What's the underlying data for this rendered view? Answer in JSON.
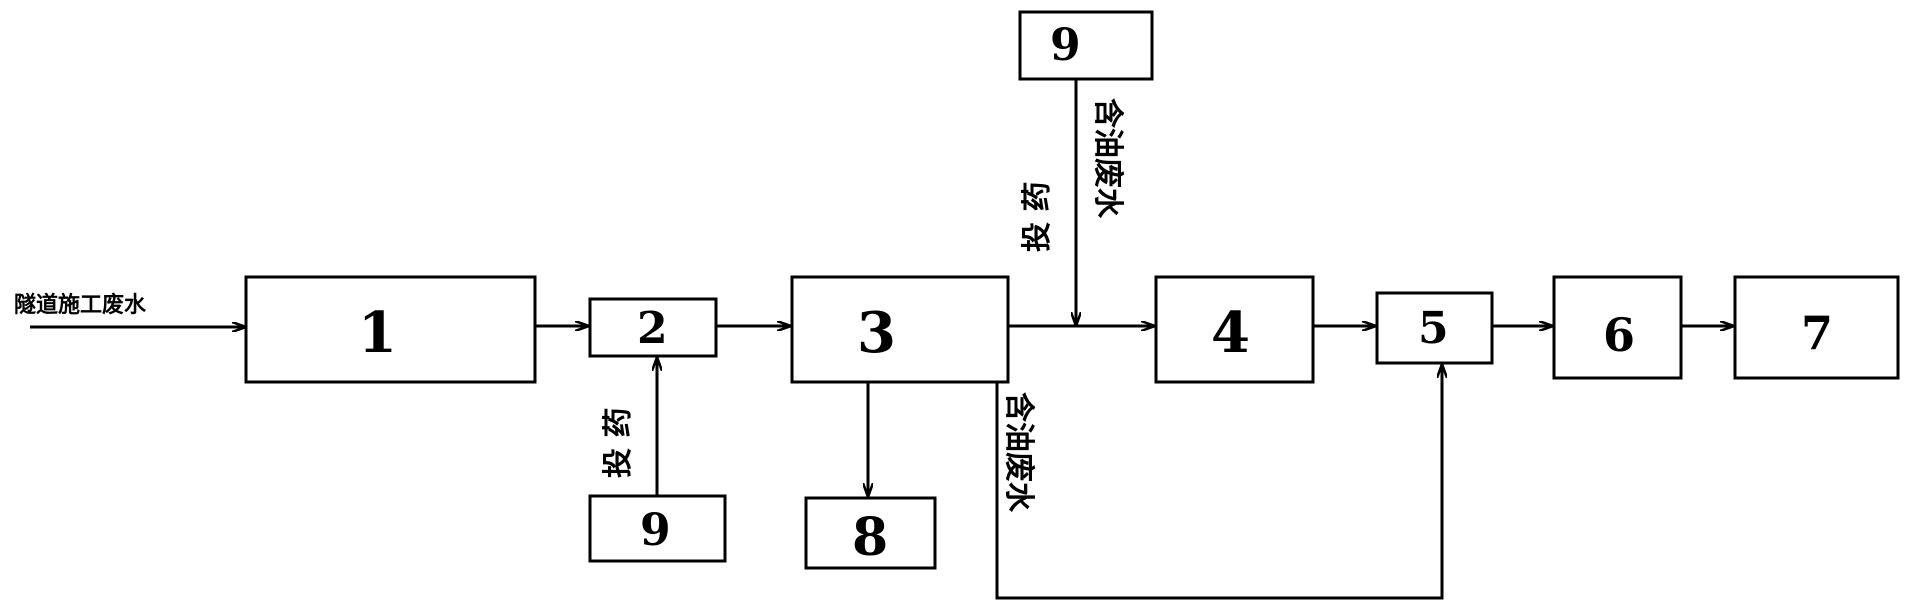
{
  "inflow_label": "隧道施工废水",
  "nodes": {
    "n1": "1",
    "n2": "2",
    "n3": "3",
    "n4": "4",
    "n5": "5",
    "n6": "6",
    "n7": "7",
    "n8": "8",
    "n9_top": "9",
    "n9_bottom": "9"
  },
  "dosing_label": "投 药",
  "oily_wastewater_label": "含油废水",
  "colors": {
    "stroke": "#000000",
    "background": "#ffffff"
  }
}
